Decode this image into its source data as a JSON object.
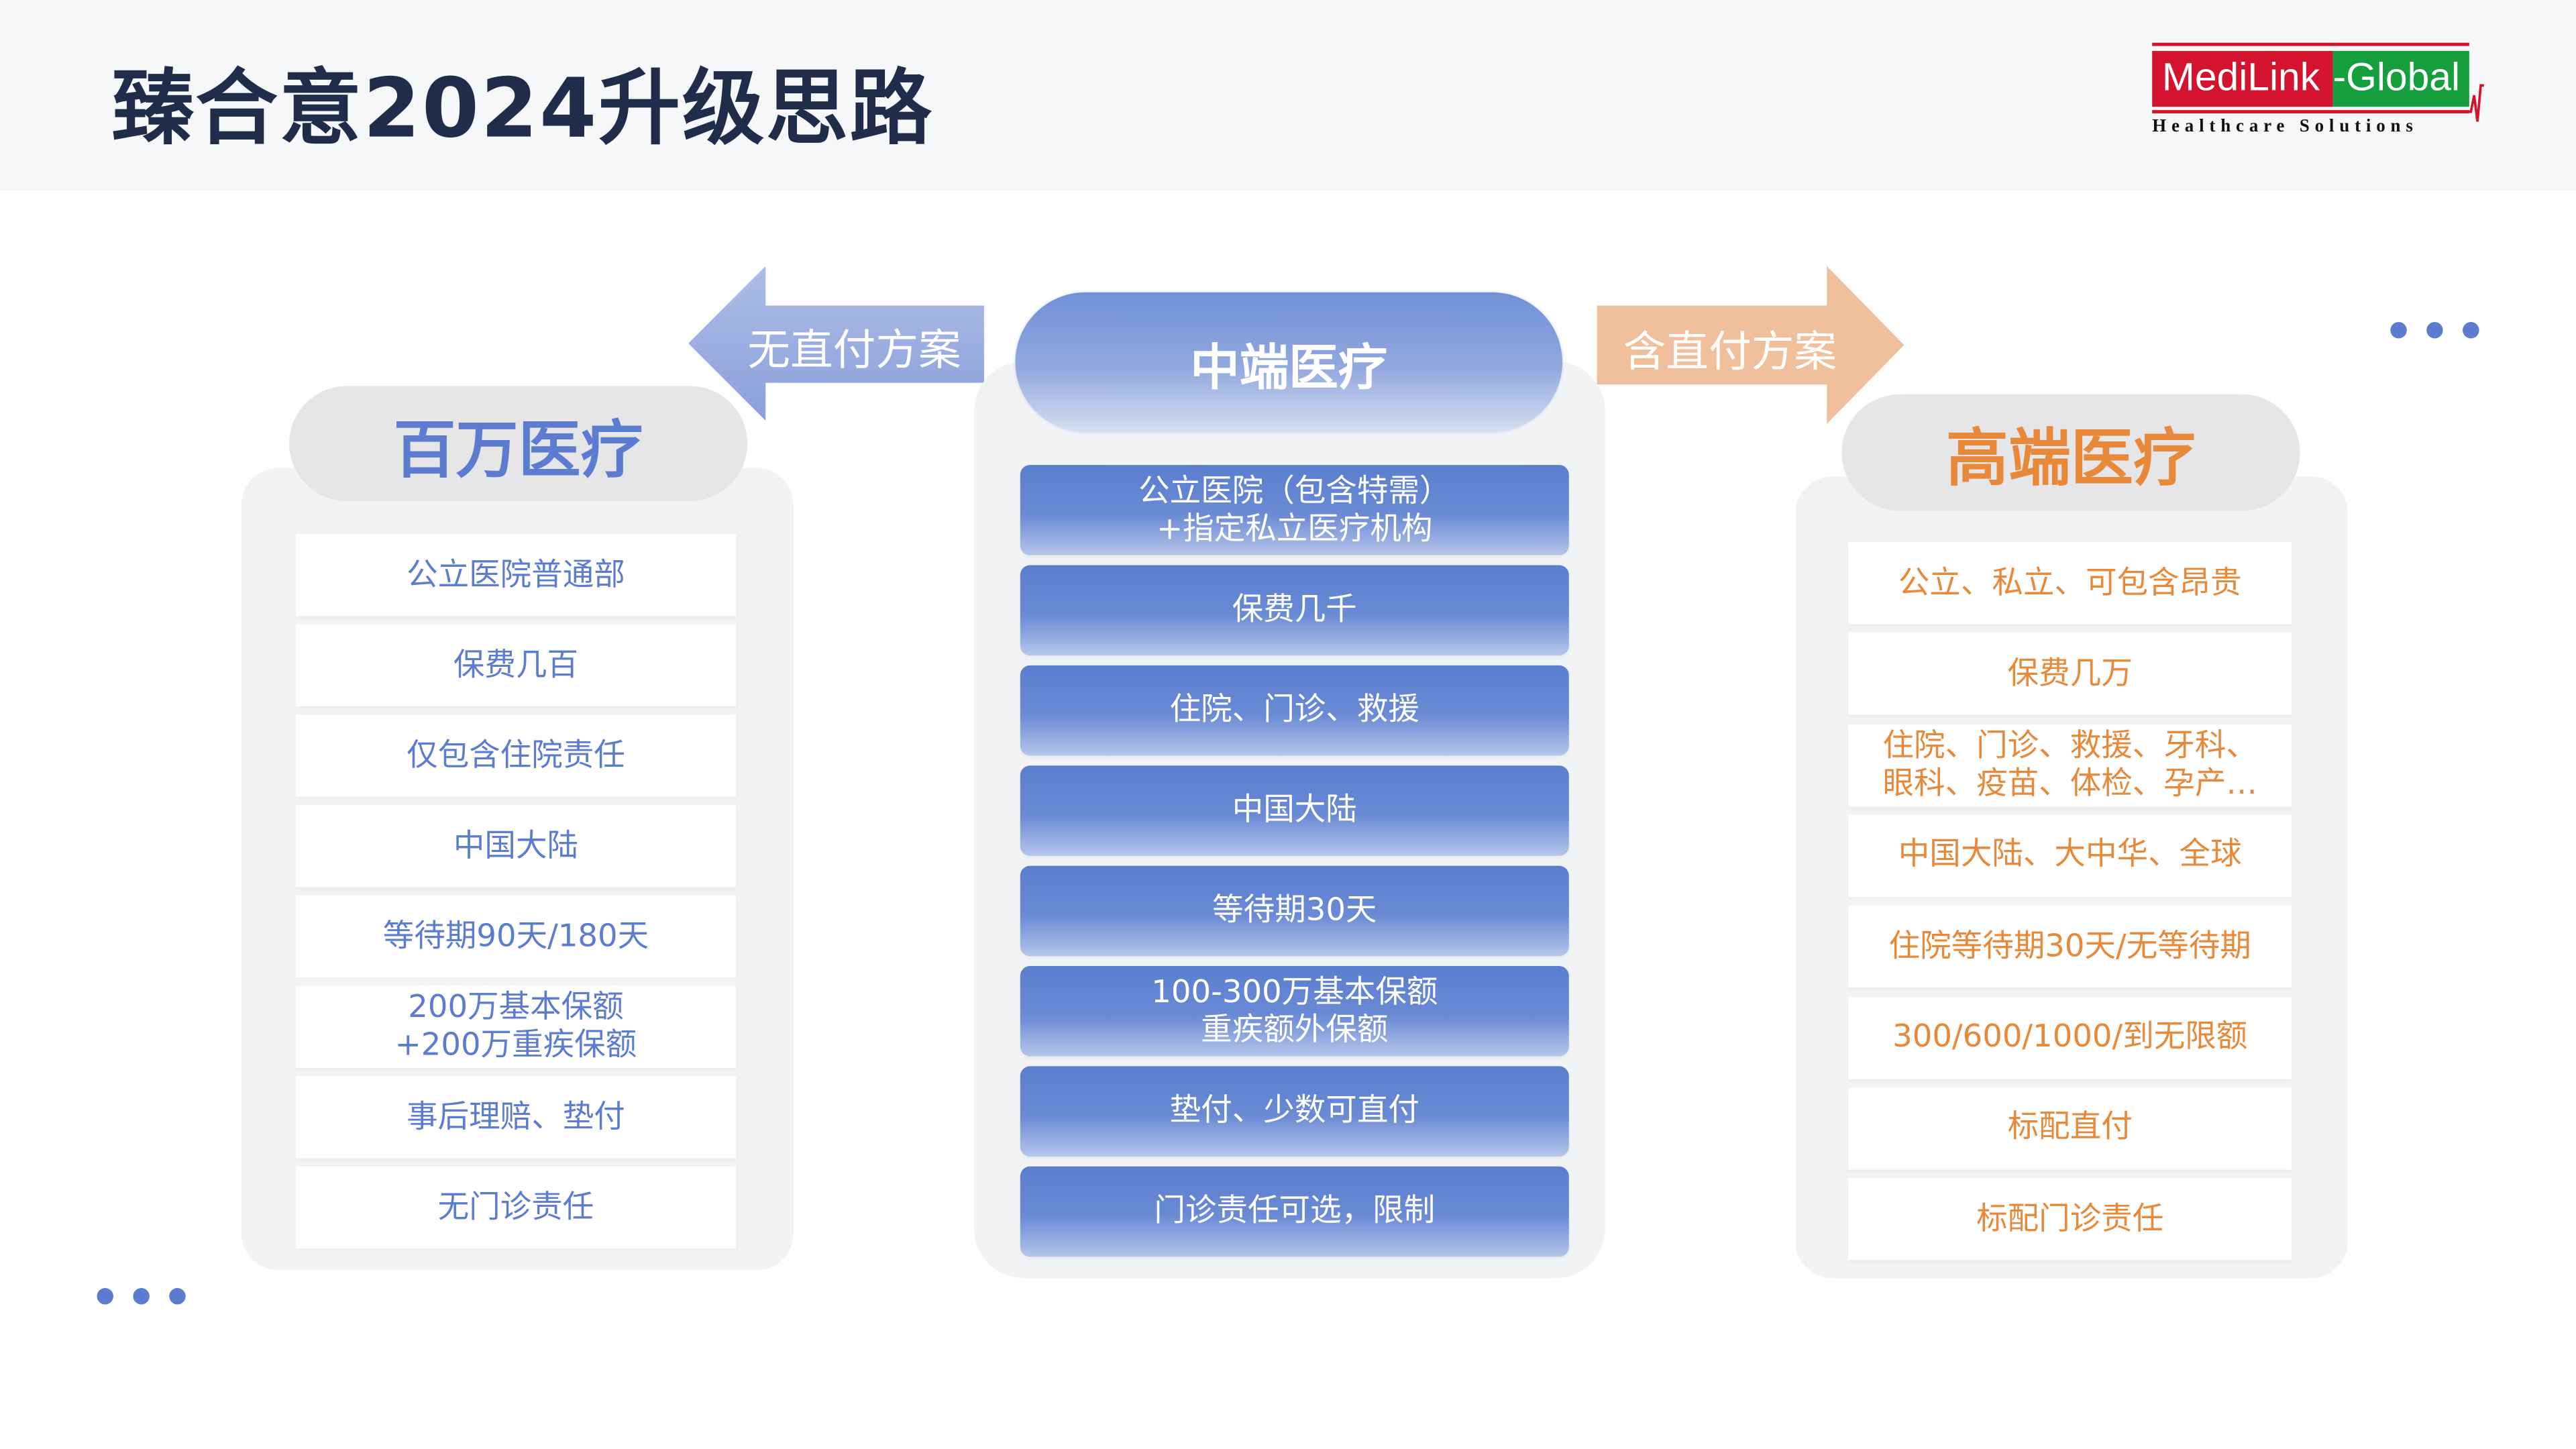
{
  "header": {
    "title": "臻合意2024升级思路"
  },
  "logo": {
    "brand_left": "MediLink",
    "brand_right": "-Global",
    "tagline": "Healthcare Solutions"
  },
  "colors": {
    "blue": "#5b7ccf",
    "orange": "#e8893a",
    "title": "#1f2d4a"
  },
  "left": {
    "arrow_label": "无直付方案",
    "title": "百万医疗",
    "items": [
      "公立医院普通部",
      "保费几百",
      "仅包含住院责任",
      "中国大陆",
      "等待期90天/180天",
      "200万基本保额\n+200万重疾保额",
      "事后理赔、垫付",
      "无门诊责任"
    ]
  },
  "center": {
    "title": "中端医疗",
    "items": [
      "公立医院（包含特需）\n+指定私立医疗机构",
      "保费几千",
      "住院、门诊、救援",
      "中国大陆",
      "等待期30天",
      "100-300万基本保额\n重疾额外保额",
      "垫付、少数可直付",
      "门诊责任可选，限制"
    ]
  },
  "right": {
    "arrow_label": "含直付方案",
    "title": "高端医疗",
    "items": [
      "公立、私立、可包含昂贵",
      "保费几万",
      "住院、门诊、救援、牙科、\n眼科、疫苗、体检、孕产…",
      "中国大陆、大中华、全球",
      "住院等待期30天/无等待期",
      "300/600/1000/到无限额",
      "标配直付",
      "标配门诊责任"
    ]
  }
}
